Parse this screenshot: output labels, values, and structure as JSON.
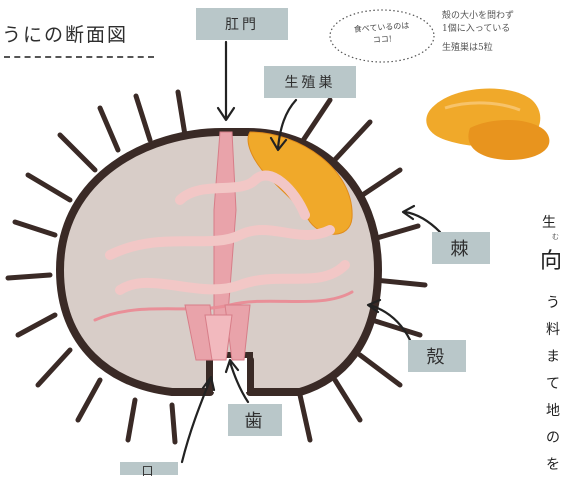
{
  "title": "うにの断面図",
  "labels": {
    "anus": "肛門",
    "gonad": "生殖巣",
    "spine": "棘",
    "shell": "殻",
    "tooth": "歯",
    "mouth": "口"
  },
  "bubble": {
    "line1": "食べているのは",
    "line2": "ココ!"
  },
  "note": {
    "line1": "殻の大小を問わず",
    "line2": "1個に入っている",
    "line3": "生殖巣は5粒"
  },
  "sidebar": {
    "heading": "生",
    "ruby": "む",
    "heading2": "向",
    "body": "う\n料\nま\nて\n地\nの\nを"
  },
  "colors": {
    "shell": "#3a2a26",
    "spine": "#3a2a26",
    "interior": "#d8cdc8",
    "gonad": "#f0a92a",
    "gut": "#f2c7c6",
    "gut_edge": "#e98f98",
    "label_bg": "#b9c7c9"
  },
  "icons": [
    "arrow-icon",
    "speech-bubble-icon",
    "urchin-gonad-icon"
  ]
}
